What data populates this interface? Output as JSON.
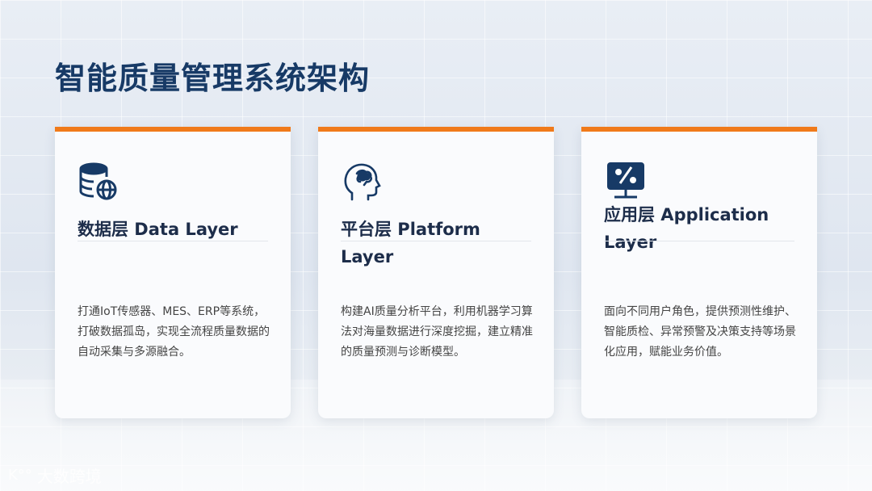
{
  "title": "智能质量管理系统架构",
  "accent": "#f07a1a",
  "cards": [
    {
      "icon": "database-globe-icon",
      "title": "数据层 Data Layer",
      "body": "打通IoT传感器、MES、ERP等系统，打破数据孤岛，实现全流程质量数据的自动采集与多源融合。"
    },
    {
      "icon": "brain-head-icon",
      "title": "平台层 Platform Layer",
      "body": "构建AI质量分析平台，利用机器学习算法对海量数据进行深度挖掘，建立精准的质量预测与诊断模型。"
    },
    {
      "icon": "monitor-percent-icon",
      "title": "应用层 Application Layer",
      "body": "面向不同用户角色，提供预测性维护、智能质检、异常预警及决策支持等场景化应用，赋能业务价值。"
    }
  ],
  "watermark": "大数跨境"
}
